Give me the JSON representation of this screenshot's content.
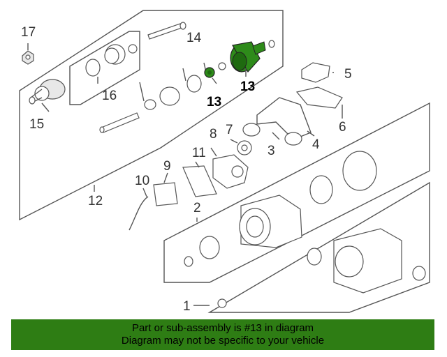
{
  "diagram": {
    "labels": {
      "l17": "17",
      "l14": "14",
      "l13a": "13",
      "l13b": "13",
      "l16": "16",
      "l15": "15",
      "l5": "5",
      "l6": "6",
      "l7": "7",
      "l8": "8",
      "l3": "3",
      "l4": "4",
      "l11": "11",
      "l9": "9",
      "l10": "10",
      "l12": "12",
      "l2": "2",
      "l1": "1"
    },
    "highlight_color": "#2e8b1a"
  },
  "banner": {
    "line1": "Part or sub-assembly is #13 in diagram",
    "line2": "Diagram may not be specific to your vehicle"
  }
}
